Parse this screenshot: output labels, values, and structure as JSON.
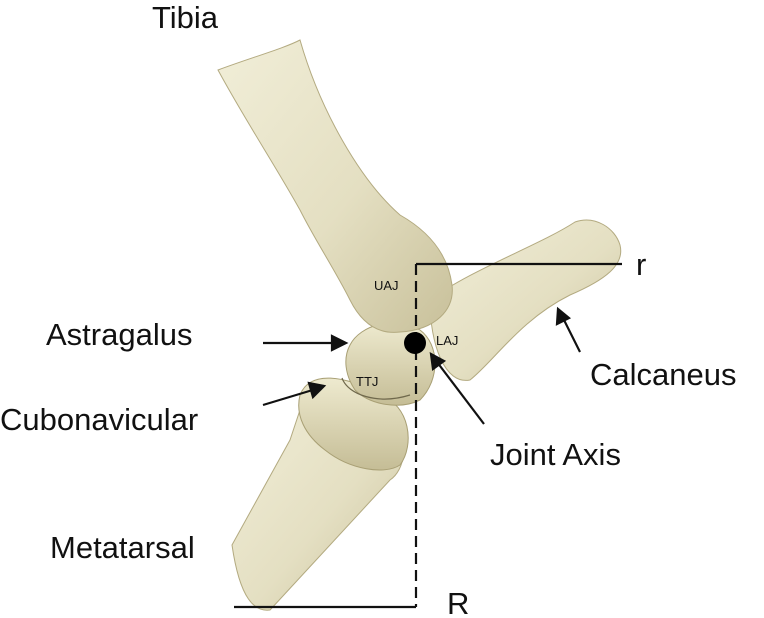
{
  "labels": {
    "tibia": "Tibia",
    "astragalus": "Astragalus",
    "cubonavicular": "Cubonavicular",
    "metatarsal": "Metatarsal",
    "calcaneus": "Calcaneus",
    "joint_axis": "Joint Axis",
    "uaj": "UAJ",
    "laj": "LAJ",
    "ttj": "TTJ",
    "r_small": "r",
    "r_big": "R"
  },
  "colors": {
    "bone": "#e8e4c9",
    "bone_shadow": "#c9c29c",
    "bone_dark": "#a89f74",
    "line": "#111111"
  }
}
